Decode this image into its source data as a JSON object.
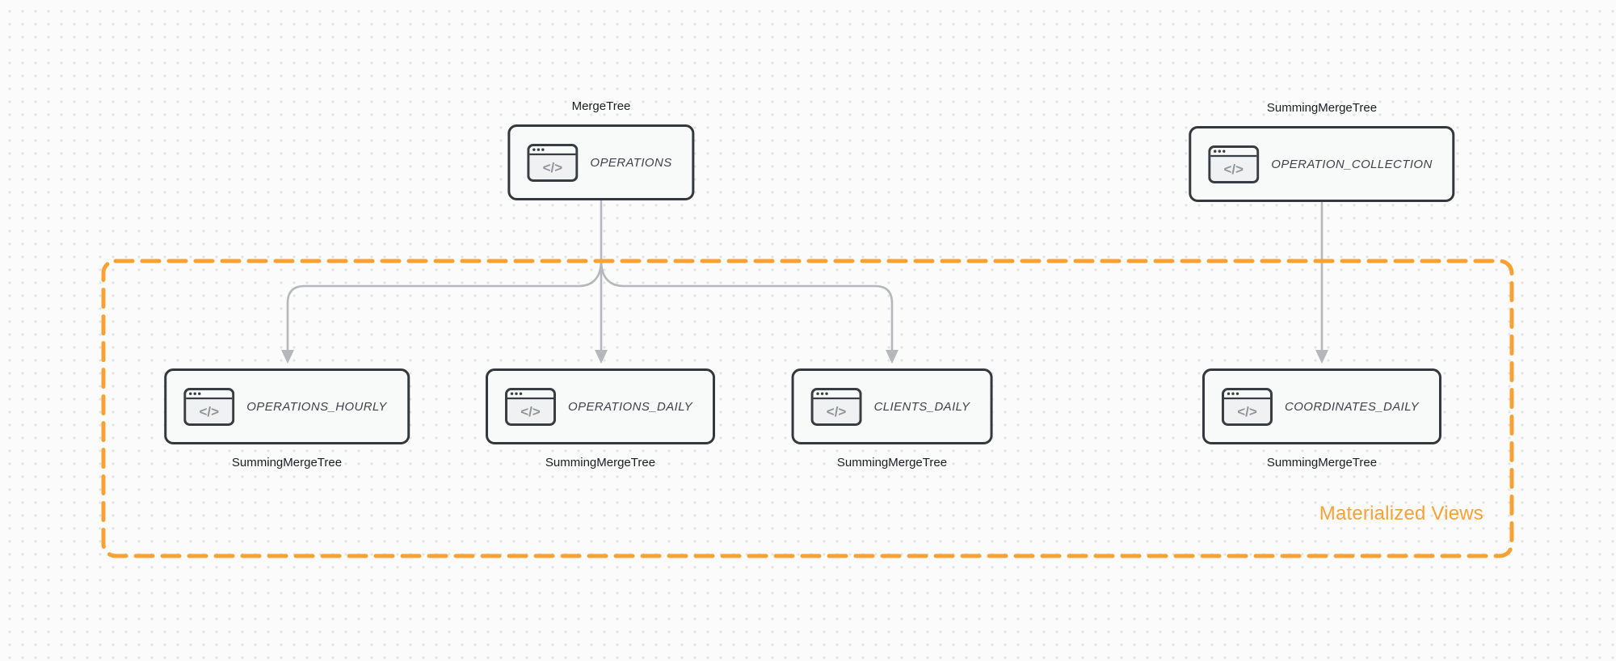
{
  "group": {
    "label": "Materialized Views"
  },
  "icon": {
    "name": "code-window-icon",
    "glyph": "</>"
  },
  "nodes": [
    {
      "id": "operations",
      "label": "OPERATIONS",
      "engine": "MergeTree",
      "engine_position": "above"
    },
    {
      "id": "operation-collection",
      "label": "OPERATION_COLLECTION",
      "engine": "SummingMergeTree",
      "engine_position": "above"
    },
    {
      "id": "operations-hourly",
      "label": "OPERATIONS_HOURLY",
      "engine": "SummingMergeTree",
      "engine_position": "below"
    },
    {
      "id": "operations-daily",
      "label": "OPERATIONS_DAILY",
      "engine": "SummingMergeTree",
      "engine_position": "below"
    },
    {
      "id": "clients-daily",
      "label": "CLIENTS_DAILY",
      "engine": "SummingMergeTree",
      "engine_position": "below"
    },
    {
      "id": "coordinates-daily",
      "label": "COORDINATES_DAILY",
      "engine": "SummingMergeTree",
      "engine_position": "below"
    }
  ],
  "edges": [
    {
      "from": "OPERATIONS",
      "to": "OPERATIONS_HOURLY"
    },
    {
      "from": "OPERATIONS",
      "to": "OPERATIONS_DAILY"
    },
    {
      "from": "OPERATIONS",
      "to": "CLIENTS_DAILY"
    },
    {
      "from": "OPERATION_COLLECTION",
      "to": "COORDINATES_DAILY"
    }
  ],
  "colors": {
    "accent_orange": "#F7A233",
    "node_border": "#33383d",
    "node_fill": "#f8f9f9",
    "node_label_text": "#3f444a",
    "engine_label_text": "#1a1d21",
    "connector_gray": "#b5b7ba",
    "icon_stroke": "#383d42",
    "icon_body_fill": "#eff1f2",
    "icon_glyph_color": "#8f959a",
    "background": "#fbfbfc",
    "grid_dot": "#e2e4e7"
  }
}
